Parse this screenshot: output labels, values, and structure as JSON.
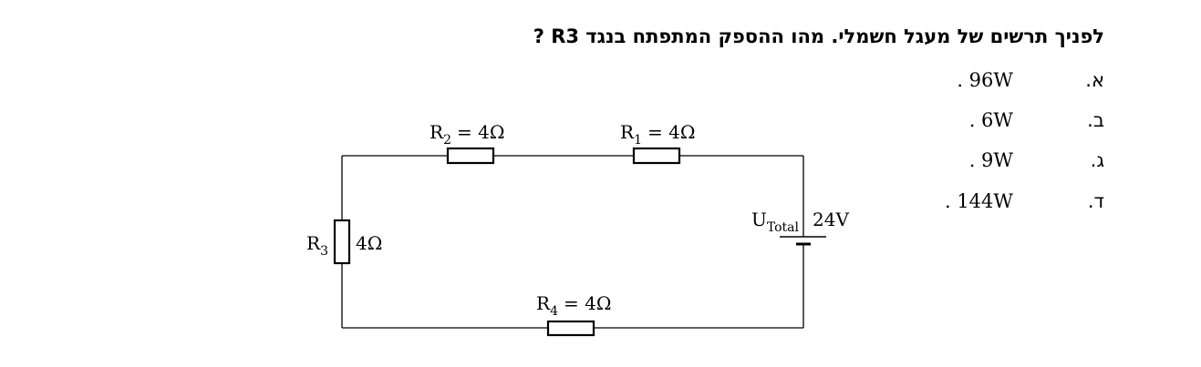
{
  "question": {
    "text": "לפניך תרשים של מעגל חשמלי. מהו ההספק המתפתח בנגד R3 ?"
  },
  "options": [
    {
      "letter": "א.",
      "value": ". 96W"
    },
    {
      "letter": "ב.",
      "value": ". 6W"
    },
    {
      "letter": "ג.",
      "value": ". 9W"
    },
    {
      "letter": "ד.",
      "value": ". 144W"
    }
  ],
  "circuit": {
    "resistors": [
      {
        "name": "R",
        "sub": "1",
        "value": "= 4Ω"
      },
      {
        "name": "R",
        "sub": "2",
        "value": "= 4Ω"
      },
      {
        "name": "R",
        "sub": "3",
        "value": "4Ω"
      },
      {
        "name": "R",
        "sub": "4",
        "value": "= 4Ω"
      }
    ],
    "source": {
      "name": "U",
      "sub": "Total",
      "value": "24V"
    }
  }
}
